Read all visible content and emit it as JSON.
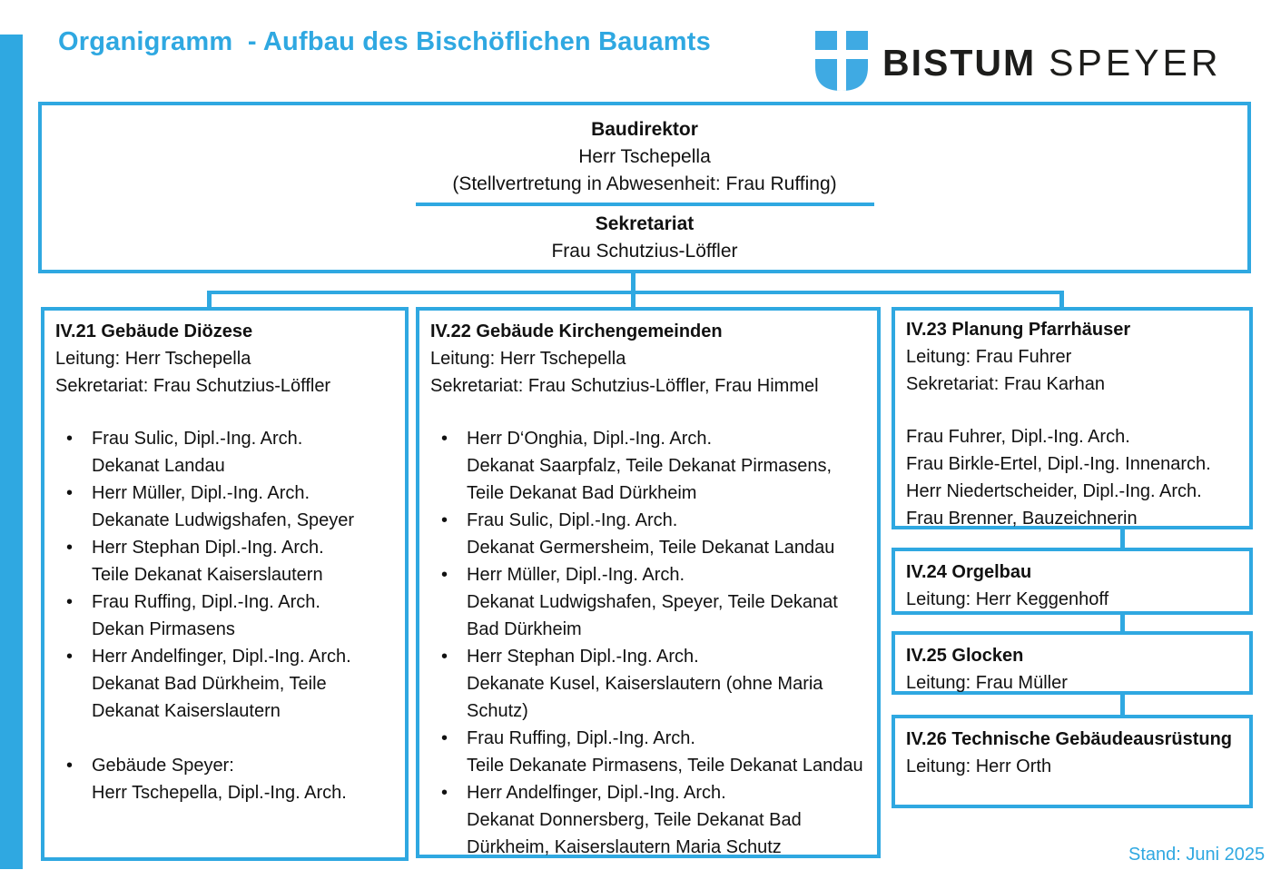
{
  "page": {
    "title": "Organigramm  - Aufbau des Bischöflichen Bauamts",
    "stand": "Stand: Juni 2025",
    "accent_color": "#2fa8e1"
  },
  "logo": {
    "shield_icon": "blue shield with white cross",
    "word_bold": "BISTUM",
    "word_light": "SPEYER"
  },
  "director": {
    "title": "Baudirektor",
    "name": "Herr Tschepella",
    "deputy": "(Stellvertretung in Abwesenheit: Frau Ruffing)",
    "secretariat_title": "Sekretariat",
    "secretariat_name": "Frau Schutzius-Löffler"
  },
  "departments": {
    "iv21": {
      "title": "IV.21 Gebäude Diözese",
      "lead": "Leitung: Herr Tschepella",
      "secretariat": "Sekretariat: Frau Schutzius-Löffler",
      "members": [
        {
          "name": "Frau Sulic, Dipl.-Ing. Arch.",
          "area": "Dekanat Landau"
        },
        {
          "name": "Herr Müller, Dipl.-Ing. Arch.",
          "area": "Dekanate Ludwigshafen, Speyer"
        },
        {
          "name": "Herr Stephan Dipl.-Ing. Arch.",
          "area": "Teile Dekanat Kaiserslautern"
        },
        {
          "name": "Frau Ruffing, Dipl.-Ing. Arch.",
          "area": "Dekan Pirmasens"
        },
        {
          "name": "Herr Andelfinger, Dipl.-Ing. Arch.",
          "area": "Dekanat Bad Dürkheim, Teile Dekanat Kaiserslautern"
        }
      ],
      "extra": {
        "name": "Gebäude Speyer:",
        "area": "Herr Tschepella, Dipl.-Ing. Arch."
      }
    },
    "iv22": {
      "title": "IV.22 Gebäude Kirchengemeinden",
      "lead": "Leitung: Herr Tschepella",
      "secretariat": "Sekretariat: Frau Schutzius-Löffler, Frau Himmel",
      "members": [
        {
          "name": "Herr D‘Onghia, Dipl.-Ing. Arch.",
          "area": "Dekanat Saarpfalz, Teile Dekanat Pirmasens, Teile Dekanat Bad Dürkheim"
        },
        {
          "name": "Frau Sulic, Dipl.-Ing. Arch.",
          "area": "Dekanat Germersheim, Teile Dekanat Landau"
        },
        {
          "name": "Herr Müller, Dipl.-Ing. Arch.",
          "area": "Dekanat Ludwigshafen, Speyer, Teile Dekanat Bad Dürkheim"
        },
        {
          "name": "Herr Stephan Dipl.-Ing. Arch.",
          "area": "Dekanate Kusel, Kaiserslautern (ohne Maria Schutz)"
        },
        {
          "name": "Frau Ruffing, Dipl.-Ing. Arch.",
          "area": "Teile Dekanate Pirmasens, Teile Dekanat Landau"
        },
        {
          "name": "Herr Andelfinger, Dipl.-Ing. Arch.",
          "area": "Dekanat Donnersberg, Teile Dekanat Bad Dürkheim, Kaiserslautern Maria Schutz"
        }
      ]
    },
    "iv23": {
      "title": "IV.23 Planung Pfarrhäuser",
      "lead": "Leitung: Frau Fuhrer",
      "secretariat": "Sekretariat: Frau Karhan",
      "members": [
        "Frau Fuhrer, Dipl.-Ing. Arch.",
        "Frau Birkle-Ertel, Dipl.-Ing. Innenarch.",
        "Herr Niedertscheider, Dipl.-Ing. Arch.",
        "Frau Brenner, Bauzeichnerin"
      ]
    },
    "iv24": {
      "title": "IV.24 Orgelbau",
      "lead": "Leitung: Herr Keggenhoff"
    },
    "iv25": {
      "title": "IV.25 Glocken",
      "lead": "Leitung: Frau Müller"
    },
    "iv26": {
      "title": "IV.26 Technische Gebäudeausrüstung",
      "lead": "Leitung: Herr Orth"
    }
  }
}
